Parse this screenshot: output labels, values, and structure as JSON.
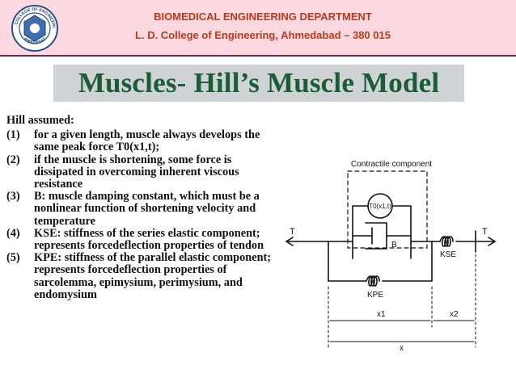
{
  "header": {
    "department": "BIOMEDICAL ENGINEERING DEPARTMENT",
    "college": "L. D. College of Engineering, Ahmedabad – 380 015",
    "logo_text": "L.D. COLLEGE OF ENGINEERING",
    "logo_city": "AHMEDABAD",
    "colors": {
      "banner_bg": "#fcd9e0",
      "banner_text": "#b83a1a",
      "title": "#1a5d35"
    }
  },
  "slide": {
    "title": "Muscles- Hill’s Muscle Model",
    "intro": "Hill assumed:",
    "items": [
      {
        "num": "(1)",
        "text": "for a given length, muscle always develops the same peak force T0(x1,t);"
      },
      {
        "num": "(2)",
        "text": " if the muscle is shortening, some force is dissipated in overcoming inherent viscous resistance"
      },
      {
        "num": "(3)",
        "text": " B: muscle damping constant, which must be a nonlinear function of shortening velocity and temperature"
      },
      {
        "num": "(4)",
        "text": " KSE: stiffness of the series elastic component; represents forcedeflection properties of tendon"
      },
      {
        "num": "(5)",
        "text": "KPE: stiffness of the parallel elastic component; represents forcedeflection properties of sarcolemma, epimysium, perimysium, and endomysium"
      }
    ]
  },
  "diagram": {
    "contractile_label": "Contractile component",
    "force_label": "T0(x1,t)",
    "damper_label": "B",
    "kse_label": "KSE",
    "kpe_label": "KPE",
    "t_left": "T",
    "t_right": "T",
    "x1_label": "x1",
    "x2_label": "x2",
    "x_label": "x"
  }
}
